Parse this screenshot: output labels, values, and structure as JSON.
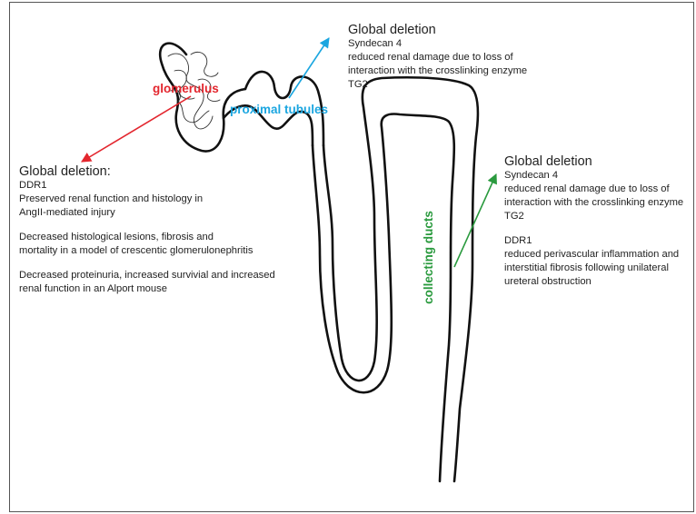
{
  "colors": {
    "glomerulus": "#e3262e",
    "proximal": "#1ba6e0",
    "collecting": "#2a9a3e",
    "outline": "#111111",
    "text": "#222222"
  },
  "labels": {
    "glomerulus": "glomerulus",
    "proximal": "proximal tubules",
    "collecting": "collecting ducts"
  },
  "glomerulus_box": {
    "heading": "Global deletion:",
    "lines": [
      "DDR1",
      "Preserved renal function and histology in",
      "AngII-mediated injury",
      "",
      "Decreased histological lesions, fibrosis  and",
      "mortality in a model of crescentic glomerulonephritis",
      "",
      "Decreased proteinuria, increased survivial and increased",
      "renal function in an Alport mouse"
    ]
  },
  "proximal_box": {
    "heading": "Global deletion",
    "lines": [
      "Syndecan 4",
      "reduced renal damage due to loss of",
      "interaction with the crosslinking enzyme",
      "TG2"
    ]
  },
  "collecting_box": {
    "heading": "Global deletion",
    "lines": [
      "Syndecan 4",
      "reduced renal damage due to loss of",
      "interaction with the crosslinking enzyme",
      "TG2",
      "",
      "DDR1",
      "reduced perivascular inflammation and",
      "interstitial fibrosis following unilateral",
      "ureteral obstruction"
    ]
  }
}
